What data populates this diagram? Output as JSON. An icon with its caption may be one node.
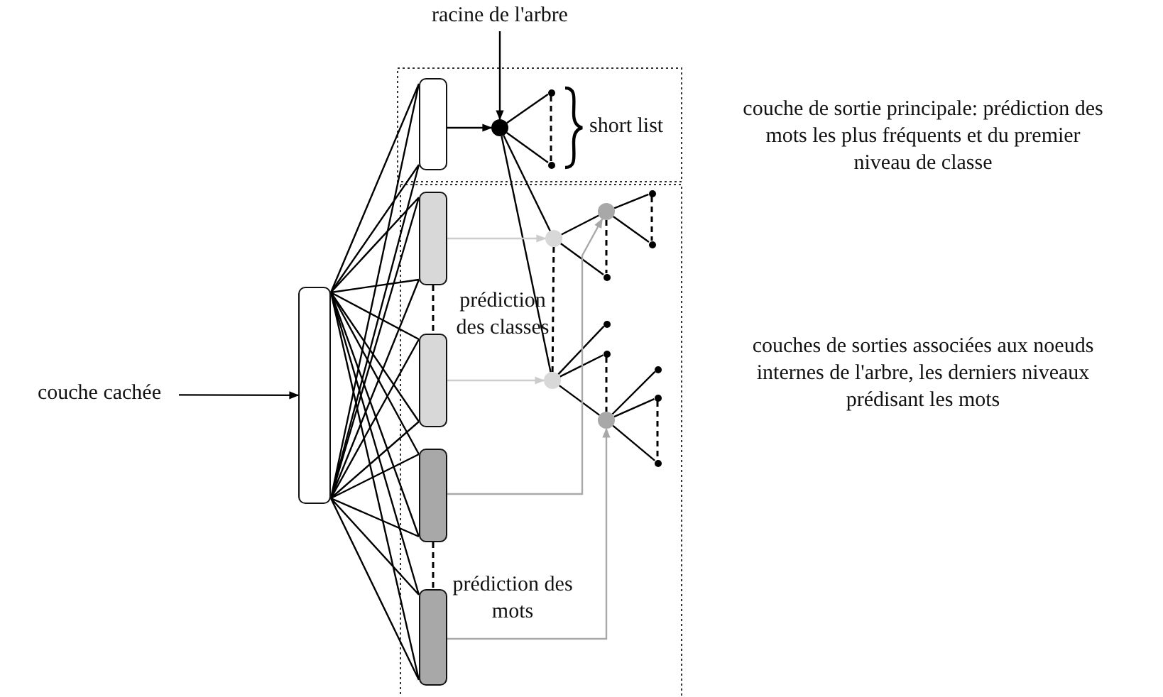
{
  "diagram": {
    "nodes": [
      {
        "text": [
          "racine de l'arbre"
        ]
      },
      {
        "text": [],
        "shape": "box"
      },
      {
        "text": [],
        "shape": "circle"
      },
      {
        "text": [],
        "shape": "circle"
      },
      {
        "text": [],
        "shape": "circle"
      },
      {
        "text": [],
        "shape": "box"
      },
      {
        "text": [],
        "shape": "circle"
      },
      {
        "text": [],
        "shape": "circle"
      },
      {
        "text": [],
        "shape": "circle"
      },
      {
        "text": [],
        "shape": "circle"
      },
      {
        "text": [],
        "shape": "circle"
      },
      {
        "text": [
          "couche cachée"
        ]
      },
      {
        "text": [],
        "shape": "box"
      },
      {
        "text": [],
        "shape": "circle"
      },
      {
        "text": [],
        "shape": "box"
      },
      {
        "text": [],
        "shape": "circle"
      },
      {
        "text": [],
        "shape": "circle"
      },
      {
        "text": [],
        "shape": "circle"
      },
      {
        "text": [],
        "shape": "circle"
      },
      {
        "text": [],
        "shape": "circle"
      },
      {
        "text": [],
        "shape": "circle"
      },
      {
        "text": [],
        "shape": "box"
      },
      {
        "text": [],
        "shape": "box"
      }
    ],
    "edges": [
      {
        "from": 11,
        "to": 12,
        "arrow": "to"
      },
      {
        "from": 12,
        "to": 1,
        "arrow": "none"
      },
      {
        "from": 12,
        "to": 5,
        "arrow": "none"
      },
      {
        "from": 12,
        "to": 14,
        "arrow": "none"
      },
      {
        "from": 12,
        "to": 21,
        "arrow": "none"
      },
      {
        "from": 12,
        "to": 22,
        "arrow": "none"
      },
      {
        "from": 5,
        "to": 14,
        "arrow": "none",
        "style": "dashed"
      },
      {
        "from": 21,
        "to": 22,
        "arrow": "none",
        "style": "dashed"
      },
      {
        "from": 0,
        "to": 2,
        "arrow": "to"
      },
      {
        "from": 1,
        "to": 2,
        "arrow": "to"
      },
      {
        "from": 2,
        "to": 3,
        "arrow": "none"
      },
      {
        "from": 2,
        "to": 4,
        "arrow": "none"
      },
      {
        "from": 3,
        "to": 4,
        "arrow": "none",
        "style": "dashed"
      },
      {
        "from": 2,
        "to": 8,
        "arrow": "none"
      },
      {
        "from": 2,
        "to": 17,
        "arrow": "none"
      },
      {
        "from": 8,
        "to": 6,
        "arrow": "none"
      },
      {
        "from": 8,
        "to": 10,
        "arrow": "none"
      },
      {
        "from": 6,
        "to": 7,
        "arrow": "none"
      },
      {
        "from": 6,
        "to": 9,
        "arrow": "none"
      },
      {
        "from": 7,
        "to": 9,
        "arrow": "none",
        "style": "dashed"
      },
      {
        "from": 6,
        "to": 10,
        "arrow": "none",
        "style": "dashed"
      },
      {
        "from": 8,
        "to": 17,
        "arrow": "none",
        "style": "dashed"
      },
      {
        "from": 17,
        "to": 13,
        "arrow": "none"
      },
      {
        "from": 17,
        "to": 15,
        "arrow": "none"
      },
      {
        "from": 17,
        "to": 19,
        "arrow": "none"
      },
      {
        "from": 15,
        "to": 19,
        "arrow": "none",
        "style": "dashed"
      },
      {
        "from": 19,
        "to": 16,
        "arrow": "none"
      },
      {
        "from": 19,
        "to": 18,
        "arrow": "none"
      },
      {
        "from": 19,
        "to": 20,
        "arrow": "none"
      },
      {
        "from": 18,
        "to": 20,
        "arrow": "none",
        "style": "dashed"
      },
      {
        "from": 5,
        "to": 8,
        "arrow": "to",
        "color": "#cccccc"
      },
      {
        "from": 14,
        "to": 17,
        "arrow": "to",
        "color": "#cccccc"
      },
      {
        "from": 21,
        "to": 6,
        "arrow": "to",
        "color": "#a8a8a8"
      },
      {
        "from": 22,
        "to": 19,
        "arrow": "to",
        "color": "#a8a8a8"
      }
    ],
    "labels": [
      "short list",
      "couche de sortie principale: prédiction des mots les plus fréquents et du premier niveau de classe",
      "prédiction des classes",
      "couches de sorties associées aux noeuds internes de l'arbre, les derniers niveaux prédisant les mots",
      "prédiction des mots"
    ]
  }
}
